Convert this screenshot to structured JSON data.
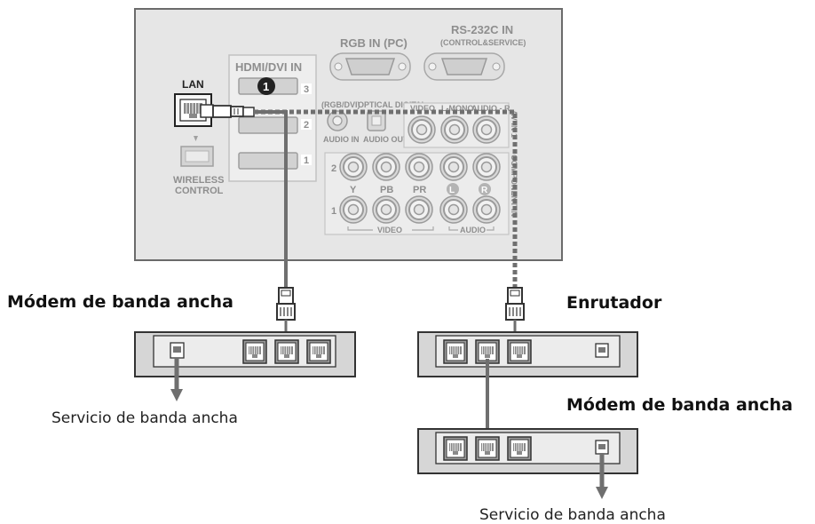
{
  "tv_panel": {
    "hdmi_label": "HDMI/DVI IN",
    "hdmi_ports": [
      "3",
      "2",
      "1"
    ],
    "callout_number": "1",
    "rgb_label": "RGB IN (PC)",
    "rs232_label": "RS-232C IN",
    "rs232_sublabel": "(CONTROL&SERVICE)",
    "lan_label": "LAN",
    "wireless_label_line1": "WIRELESS",
    "wireless_label_line2": "CONTROL",
    "rgb_dvi_label": "(RGB/DVI)",
    "optical_label": "OPTICAL DIGITAL",
    "audio_in_label": "AUDIO IN",
    "audio_out_label": "AUDIO OUT",
    "av_in_row_labels": [
      "VIDEO",
      "L-MONO",
      "AUDIO - R"
    ],
    "av_in_side_label": "AV IN 1",
    "component_side_label": "COMPONENT IN",
    "component_row_numbers": [
      "2",
      "1"
    ],
    "component_labels": [
      "Y",
      "PB",
      "PR",
      "L",
      "R"
    ],
    "video_group_label": "VIDEO",
    "audio_group_label": "AUDIO"
  },
  "captions": {
    "left_modem": "Módem de banda ancha",
    "router": "Enrutador",
    "right_modem": "Módem de banda ancha",
    "left_service": "Servicio de banda ancha",
    "right_service": "Servicio de banda ancha"
  },
  "colors": {
    "panel_fill": "#e6e6e6",
    "panel_stroke": "#6b6b6b",
    "cable": "#6f6f6f",
    "device_fill": "#d6d6d6",
    "port_label": "#8e8e8e"
  }
}
